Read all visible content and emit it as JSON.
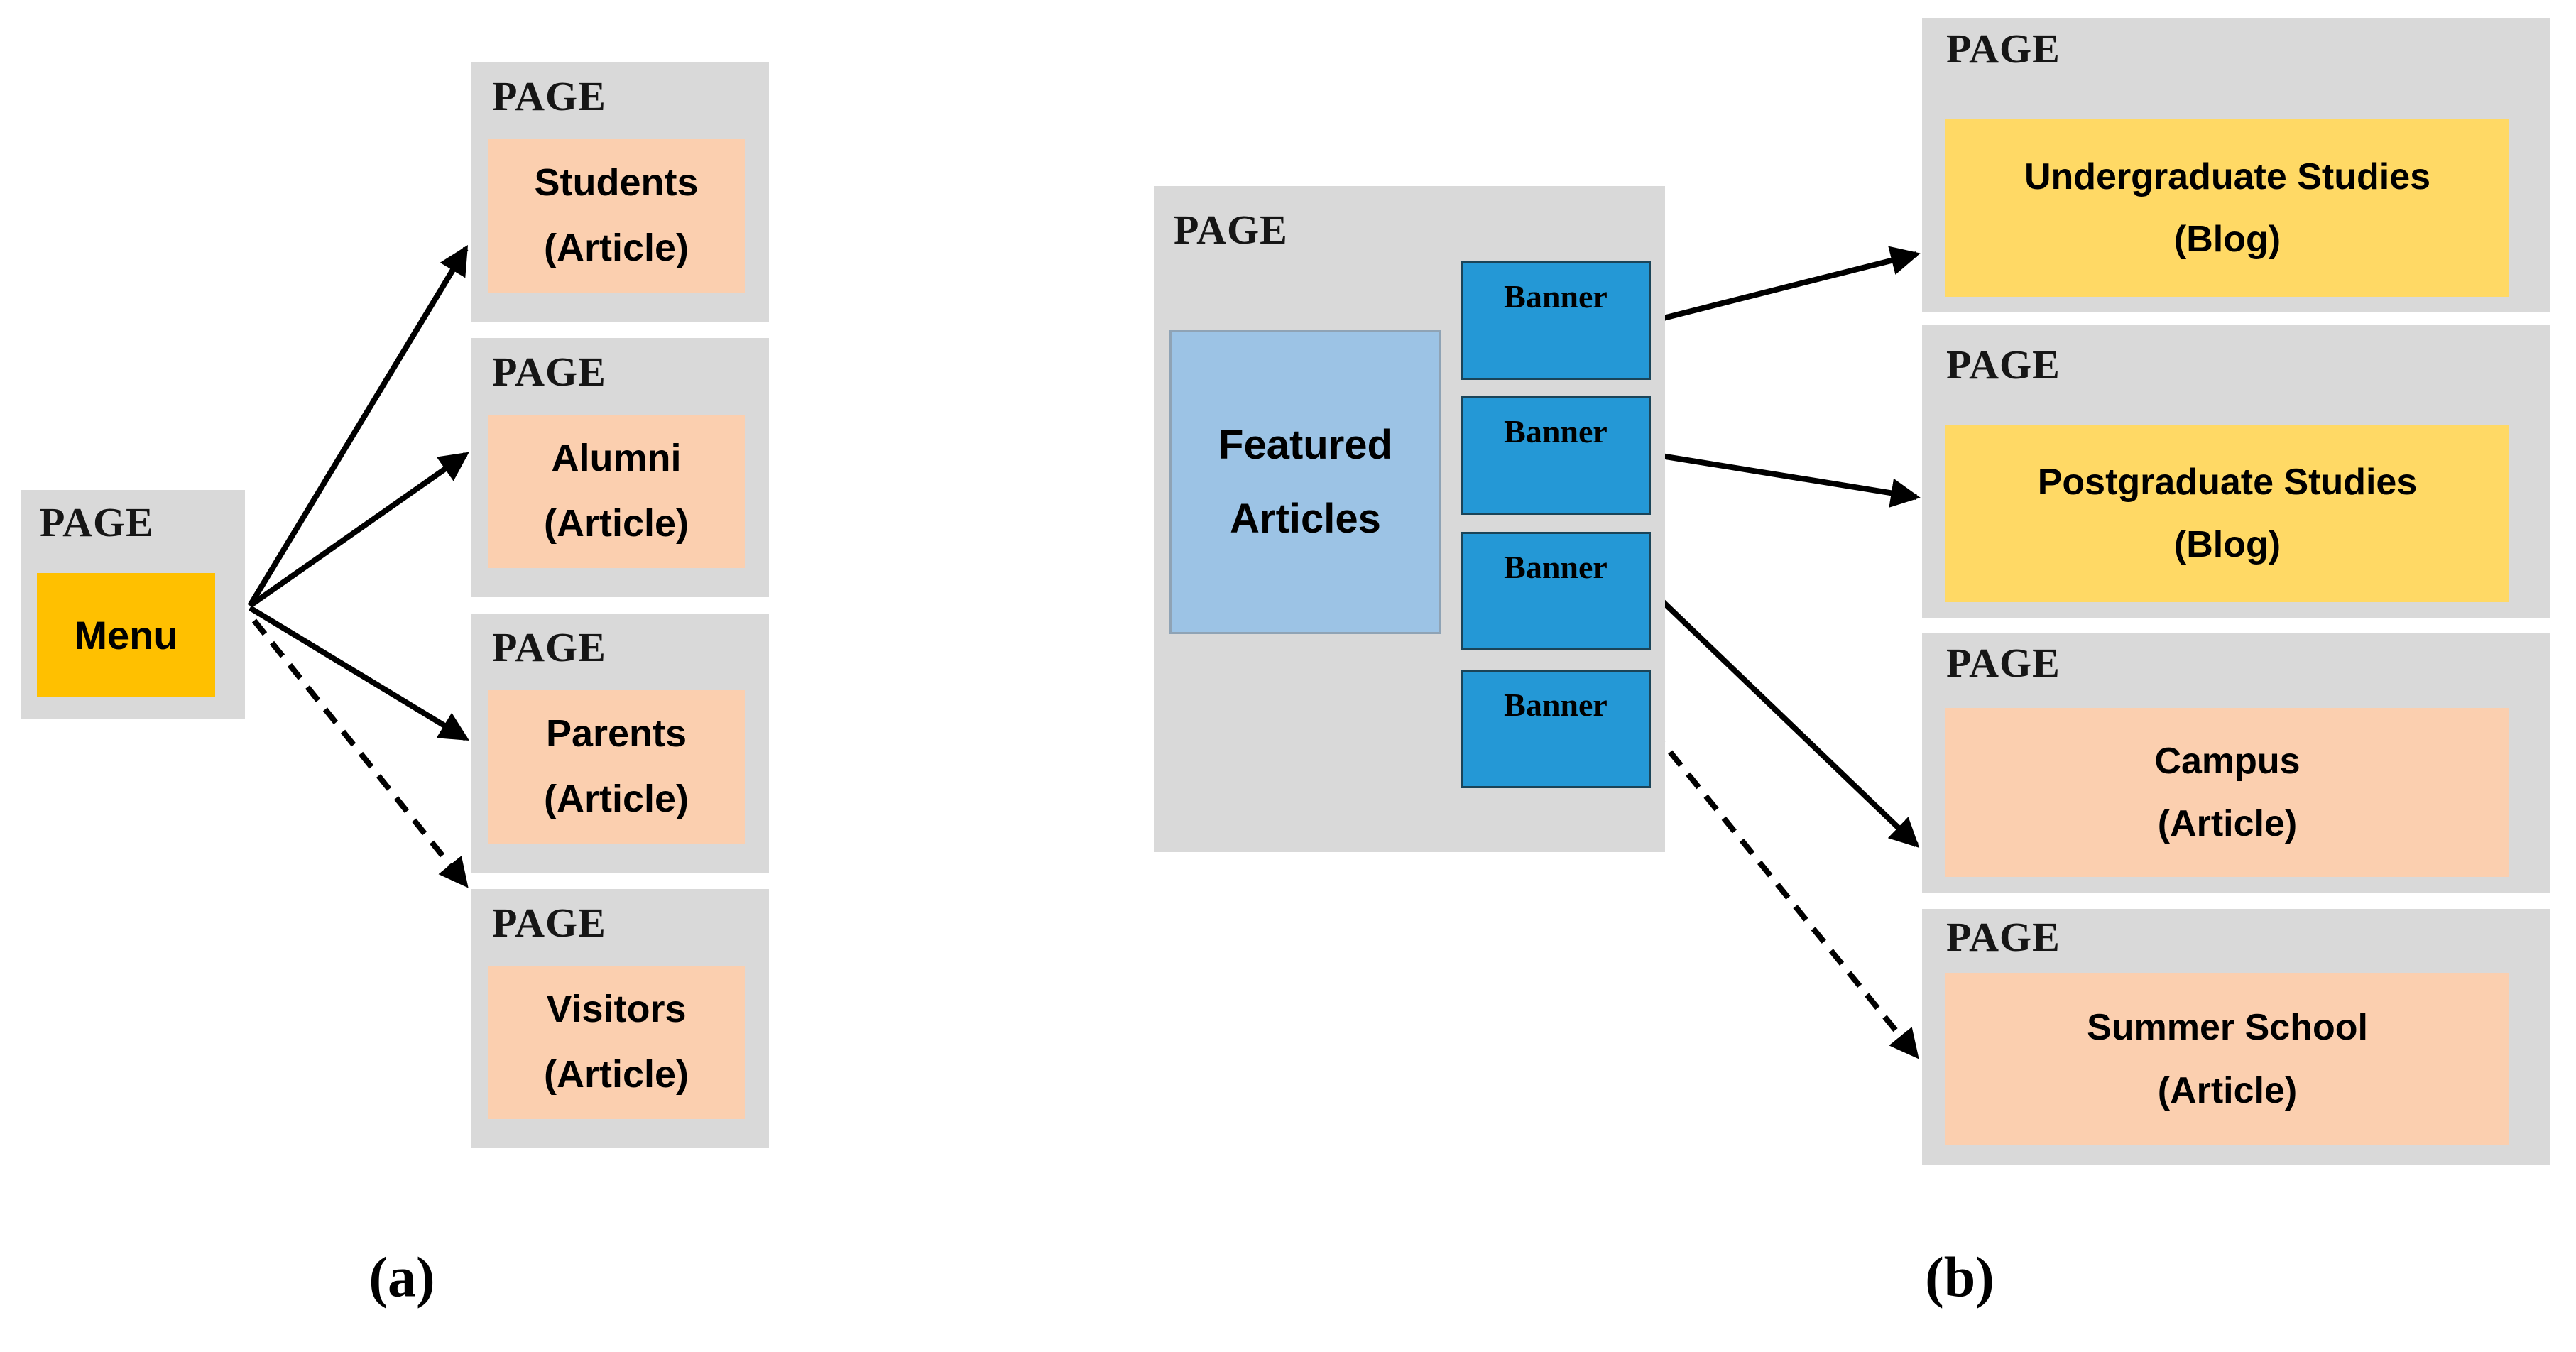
{
  "figure": {
    "panel_a": {
      "caption": "(a)",
      "source": {
        "page_label": "PAGE",
        "node_label": "Menu"
      },
      "targets": [
        {
          "page_label": "PAGE",
          "line1": "Students",
          "line2": "(Article)"
        },
        {
          "page_label": "PAGE",
          "line1": "Alumni",
          "line2": "(Article)"
        },
        {
          "page_label": "PAGE",
          "line1": "Parents",
          "line2": "(Article)"
        },
        {
          "page_label": "PAGE",
          "line1": "Visitors",
          "line2": "(Article)"
        }
      ],
      "connections": [
        {
          "from": "Menu",
          "to": "Students (Article)",
          "style": "solid"
        },
        {
          "from": "Menu",
          "to": "Alumni (Article)",
          "style": "solid"
        },
        {
          "from": "Menu",
          "to": "Parents (Article)",
          "style": "solid"
        },
        {
          "from": "Menu",
          "to": "Visitors (Article)",
          "style": "dashed"
        }
      ]
    },
    "panel_b": {
      "caption": "(b)",
      "source": {
        "page_label": "PAGE",
        "featured_label": "Featured Articles",
        "banners": [
          "Banner",
          "Banner",
          "Banner",
          "Banner"
        ]
      },
      "targets": [
        {
          "page_label": "PAGE",
          "line1": "Undergraduate Studies",
          "line2": "(Blog)"
        },
        {
          "page_label": "PAGE",
          "line1": "Postgraduate Studies",
          "line2": "(Blog)"
        },
        {
          "page_label": "PAGE",
          "line1": "Campus",
          "line2": "(Article)"
        },
        {
          "page_label": "PAGE",
          "line1": "Summer School",
          "line2": "(Article)"
        }
      ],
      "connections": [
        {
          "from": "Banner 1",
          "to": "Undergraduate Studies (Blog)",
          "style": "solid"
        },
        {
          "from": "Banner 2",
          "to": "Postgraduate Studies (Blog)",
          "style": "solid"
        },
        {
          "from": "Banner 3",
          "to": "Campus (Article)",
          "style": "solid"
        },
        {
          "from": "Banner 4",
          "to": "Summer School (Article)",
          "style": "dashed"
        }
      ]
    },
    "colors": {
      "page_container_bg": "#D9D9D9",
      "article_node": "#FBCFAF",
      "blog_node": "#FFD965",
      "menu_node": "#FFC000",
      "featured_node": "#9CC3E5",
      "banner_node": "#2498D6",
      "arrow": "#000000"
    }
  }
}
